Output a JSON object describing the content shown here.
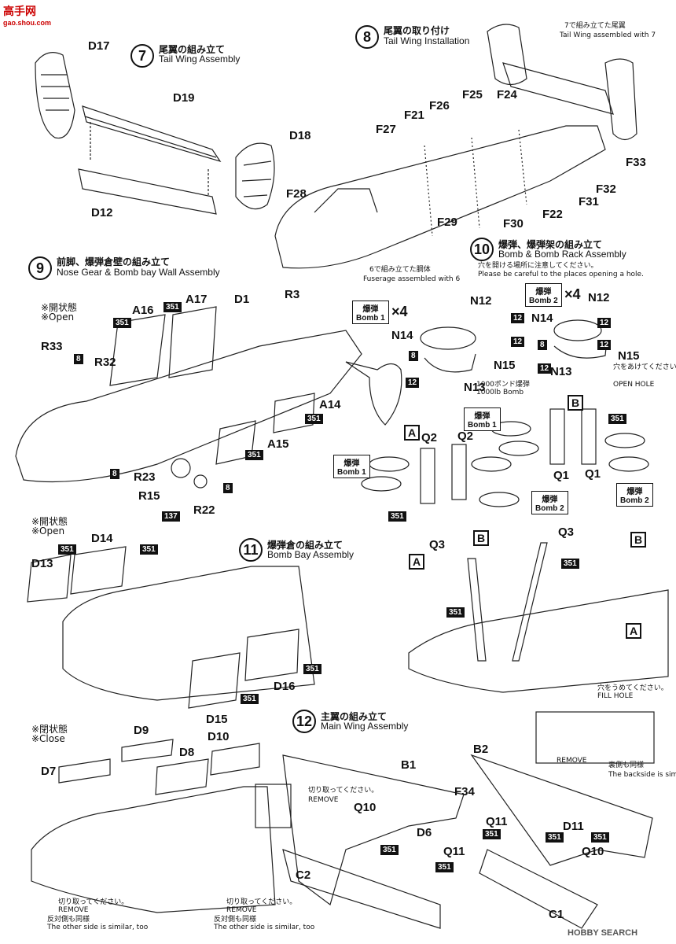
{
  "watermark": {
    "brand": "高手网",
    "url": "gao.shou.com"
  },
  "corner_watermark": "HOBBY SEARCH",
  "steps": {
    "s7": {
      "num": "7",
      "jp": "尾翼の組み立て",
      "en": "Tail Wing Assembly"
    },
    "s8": {
      "num": "8",
      "jp": "尾翼の取り付け",
      "en": "Tail Wing Installation"
    },
    "s9": {
      "num": "9",
      "jp": "前脚、爆弾倉壁の組み立て",
      "en": "Nose Gear & Bomb bay Wall Assembly"
    },
    "s10": {
      "num": "10",
      "jp": "爆弾、爆弾架の組み立て",
      "en": "Bomb & Bomb Rack Assembly",
      "note_jp": "穴を開ける場所に注意してください。",
      "note_en": "Please be careful to the places opening a hole."
    },
    "s11": {
      "num": "11",
      "jp": "爆弾倉の組み立て",
      "en": "Bomb Bay Assembly"
    },
    "s12": {
      "num": "12",
      "jp": "主翼の組み立て",
      "en": "Main Wing Assembly"
    }
  },
  "notes": {
    "tail_from_7_jp": "で組み立てた尾翼",
    "tail_from_7_en": "Tail Wing assembled with",
    "fuse_from_6_jp": "で組み立てた胴体",
    "fuse_from_6_en": "Fuserage assembled with",
    "ref7": "7",
    "ref6": "6",
    "open_jp": "※開状態",
    "open_en": "※Open",
    "close_jp": "※閉状態",
    "close_en": "※Close",
    "bomb_jp": "1000ポンド爆弾",
    "bomb_en": "1000lb Bomb",
    "open_hole_jp": "穴をあけてください。",
    "open_hole_en": "OPEN HOLE",
    "fill_hole_jp": "穴をうめてください。",
    "fill_hole_en": "FILL HOLE",
    "remove_jp": "切り取ってください。",
    "remove_en": "REMOVE",
    "backside_jp": "裏側も同様",
    "backside_en": "The backside is similar.",
    "otherside_jp": "反対側も同様",
    "otherside_en": "The other side is similar, too"
  },
  "bomb_tags": {
    "bomb1_jp": "爆弾",
    "bomb1_en": "Bomb",
    "bomb1_num": "1",
    "bomb2_jp": "爆弾",
    "bomb2_en": "Bomb",
    "bomb2_num": "2",
    "times4": "×4"
  },
  "parts": {
    "D17": "D17",
    "D19": "D19",
    "D18": "D18",
    "D12": "D12",
    "F21": "F21",
    "F26": "F26",
    "F25": "F25",
    "F24": "F24",
    "F27": "F27",
    "F28": "F28",
    "F33": "F33",
    "F32": "F32",
    "F31": "F31",
    "F22": "F22",
    "F30": "F30",
    "F29": "F29",
    "A16": "A16",
    "A17": "A17",
    "D1": "D1",
    "R3": "R3",
    "R33": "R33",
    "R32": "R32",
    "A14": "A14",
    "A15": "A15",
    "R23": "R23",
    "R15": "R15",
    "R22": "R22",
    "N12a": "N12",
    "N14a": "N14",
    "N15a": "N15",
    "N13a": "N13",
    "N12b": "N12",
    "N14b": "N14",
    "N15b": "N15",
    "N13b": "N13",
    "Q2a": "Q2",
    "Q2b": "Q2",
    "Q1a": "Q1",
    "Q1b": "Q1",
    "D14": "D14",
    "D13": "D13",
    "D16": "D16",
    "D15": "D15",
    "Q3a": "Q3",
    "Q3b": "Q3",
    "D9": "D9",
    "D8": "D8",
    "D10": "D10",
    "D7": "D7",
    "B1": "B1",
    "B2": "B2",
    "F34": "F34",
    "Q10a": "Q10",
    "Q10b": "Q10",
    "D6": "D6",
    "Q11a": "Q11",
    "Q11b": "Q11",
    "D11": "D11",
    "C2": "C2",
    "C1": "C1"
  },
  "color_codes": {
    "c351": "351",
    "c8": "8",
    "c12": "12",
    "c137": "137"
  },
  "rack_letters": {
    "A": "A",
    "B": "B"
  }
}
